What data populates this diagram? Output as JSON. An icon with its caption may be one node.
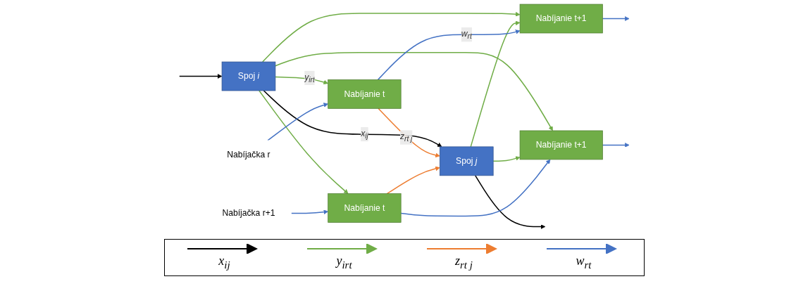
{
  "diagram": {
    "nodes": [
      {
        "text": [
          "Spoj *i*"
        ]
      },
      {
        "text": [
          "Spoj *j*"
        ]
      },
      {
        "text": [
          "Nabíjanie t"
        ]
      },
      {
        "text": [
          "Nabíjanie t+1"
        ]
      },
      {
        "text": [
          "Nabíjanie t"
        ]
      },
      {
        "text": [
          "Nabíjanie t+1"
        ]
      },
      {
        "text": [
          "Nabíjačka r"
        ]
      },
      {
        "text": [
          "Nabíjačka r+1"
        ]
      }
    ],
    "edges": [
      {
        "from": null,
        "to": 0,
        "arrow": "to",
        "color": "#000000"
      },
      {
        "from": 0,
        "to": 1,
        "arrow": "to",
        "label": "*x*$_{ij}$",
        "color": "#000000"
      },
      {
        "from": 1,
        "to": null,
        "arrow": "to",
        "color": "#000000"
      },
      {
        "from": 0,
        "to": 2,
        "arrow": "to",
        "label": "*y*$_{irt}$"
      },
      {
        "from": 0,
        "to": 4,
        "arrow": "to"
      },
      {
        "from": 0,
        "to": 3,
        "arrow": "to"
      },
      {
        "from": 0,
        "to": 5,
        "arrow": "to"
      },
      {
        "from": 2,
        "to": 1,
        "arrow": "to",
        "label": "*z*$_{rt j}$",
        "color": "#ed7d31"
      },
      {
        "from": 4,
        "to": 1,
        "arrow": "to",
        "color": "#ed7d31"
      },
      {
        "from": 1,
        "to": 3,
        "arrow": "to"
      },
      {
        "from": 1,
        "to": 5,
        "arrow": "to"
      },
      {
        "from": 6,
        "to": 2,
        "arrow": "to",
        "color": "#4472c4"
      },
      {
        "from": 2,
        "to": 3,
        "arrow": "to",
        "label": "*w*$_{rt}$",
        "color": "#4472c4"
      },
      {
        "from": 3,
        "to": null,
        "arrow": "to",
        "color": "#4472c4"
      },
      {
        "from": 7,
        "to": 4,
        "arrow": "to",
        "color": "#4472c4"
      },
      {
        "from": 4,
        "to": 5,
        "arrow": "to",
        "color": "#4472c4"
      },
      {
        "from": 5,
        "to": null,
        "arrow": "to",
        "color": "#4472c4"
      }
    ],
    "legend": [
      {
        "text": "*x*$_{ij}$"
      },
      {
        "text": "*y*$_{irt}$"
      },
      {
        "text": "*z*$_{rt j}$"
      },
      {
        "text": "*w*$_{rt}$"
      }
    ]
  }
}
